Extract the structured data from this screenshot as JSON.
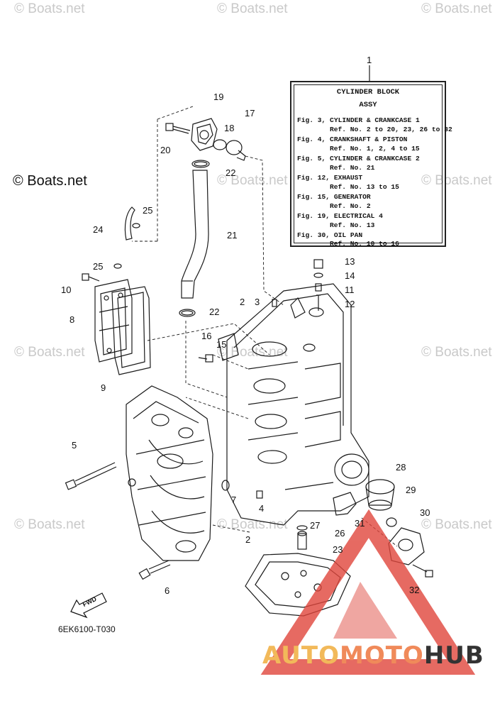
{
  "watermarks": {
    "top_left": "© Boats.net",
    "top_center": "© Boats.net",
    "top_right": "© Boats.net",
    "mid_left_dark": "© Boats.net",
    "mid_center": "© Boats.net",
    "mid_right": "© Boats.net",
    "lower_left": "© Boats.net",
    "lower_center": "© Boats.net",
    "lower_right": "© Boats.net",
    "bottom_left": "© Boats.net",
    "bottom_center": "© Boats.net",
    "bottom_right": "© Boats.net"
  },
  "callout": {
    "ref": "1",
    "title": "CYLINDER BLOCK",
    "subtitle": "ASSY",
    "lines": [
      "Fig. 3, CYLINDER & CRANKCASE 1",
      "Ref. No. 2 to 20, 23, 26 to 32",
      "Fig. 4, CRANKSHAFT & PISTON",
      "Ref. No. 1, 2, 4 to 15",
      "Fig. 5, CYLINDER & CRANKCASE 2",
      "Ref. No. 21",
      "Fig. 12, EXHAUST",
      "Ref. No. 13 to 15",
      "Fig. 15, GENERATOR",
      "Ref. No. 2",
      "Fig. 19, ELECTRICAL 4",
      "Ref. No. 13",
      "Fig. 30, OIL PAN",
      "Ref. No. 10 to 16"
    ]
  },
  "part_labels": {
    "p2": "2",
    "p2b": "2",
    "p3": "3",
    "p4": "4",
    "p5": "5",
    "p6": "6",
    "p7": "7",
    "p8": "8",
    "p9": "9",
    "p10": "10",
    "p11": "11",
    "p12": "12",
    "p13": "13",
    "p14": "14",
    "p15": "15",
    "p16": "16",
    "p17": "17",
    "p18": "18",
    "p19": "19",
    "p20": "20",
    "p21": "21",
    "p22a": "22",
    "p22b": "22",
    "p23": "23",
    "p24": "24",
    "p25a": "25",
    "p25b": "25",
    "p26": "26",
    "p27": "27",
    "p28": "28",
    "p29": "29",
    "p30": "30",
    "p31": "31",
    "p32": "32"
  },
  "fwd_label": "FWD",
  "diagram_code": "6EK6100-T030",
  "brand": {
    "part1": "AUTO",
    "part2": "MOTO",
    "part3": "HUB"
  },
  "colors": {
    "logo_red": "#e0463c",
    "brand_yellow": "#f2b95a",
    "brand_orange": "#f08a5a",
    "brand_dark": "#333333"
  }
}
